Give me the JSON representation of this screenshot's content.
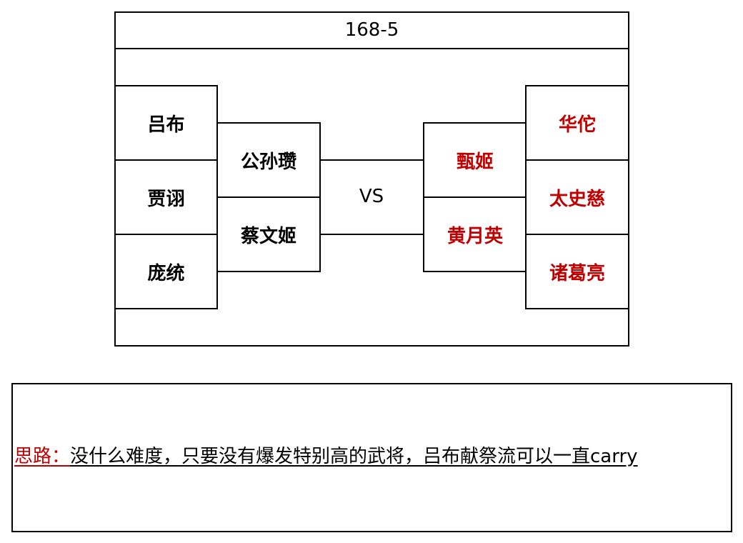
{
  "title": "168-5",
  "left_team": {
    "outer": [
      "吕布",
      "贾诩",
      "庞统"
    ],
    "inner": [
      "公孙瓒",
      "蔡文姬"
    ]
  },
  "right_team": {
    "inner": [
      "甄姬",
      "黄月英"
    ],
    "outer": [
      "华佗",
      "太史慈",
      "诸葛亮"
    ]
  },
  "vs_label": "VS",
  "note": {
    "prefix": "思路：",
    "text": "没什么难度，只要没有爆发特别高的武将，吕布献祭流可以一直carry"
  },
  "colors": {
    "right_team_text": "#c00000",
    "note_prefix": "#c00000",
    "border": "#000000"
  }
}
